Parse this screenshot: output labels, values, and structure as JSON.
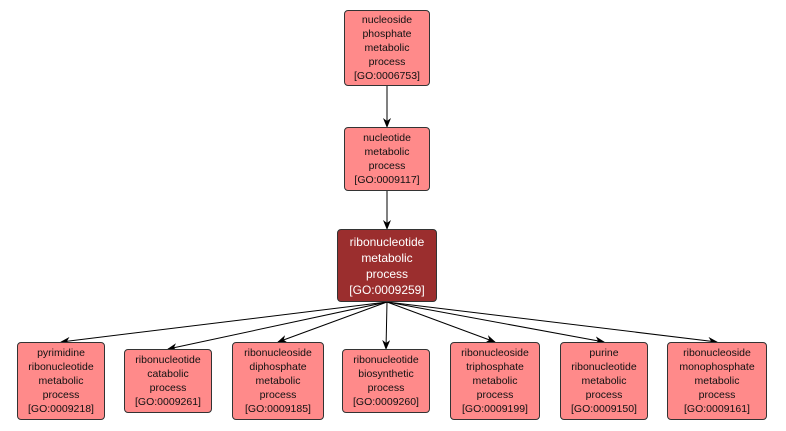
{
  "colors": {
    "node_fill": "#ff8a8a",
    "focus_fill": "#9b2e2e",
    "border": "#333333",
    "edge": "#000000"
  },
  "nodes": [
    {
      "id": "n1",
      "lines": [
        "nucleoside",
        "phosphate",
        "metabolic",
        "process",
        "[GO:0006753]"
      ]
    },
    {
      "id": "n2",
      "lines": [
        "nucleotide",
        "metabolic",
        "process",
        "[GO:0009117]"
      ]
    },
    {
      "id": "n3",
      "focus": true,
      "lines": [
        "ribonucleotide",
        "metabolic",
        "process",
        "[GO:0009259]"
      ]
    },
    {
      "id": "c1",
      "lines": [
        "pyrimidine",
        "ribonucleotide",
        "metabolic",
        "process",
        "[GO:0009218]"
      ]
    },
    {
      "id": "c2",
      "lines": [
        "ribonucleotide",
        "catabolic",
        "process",
        "[GO:0009261]"
      ]
    },
    {
      "id": "c3",
      "lines": [
        "ribonucleoside",
        "diphosphate",
        "metabolic",
        "process",
        "[GO:0009185]"
      ]
    },
    {
      "id": "c4",
      "lines": [
        "ribonucleotide",
        "biosynthetic",
        "process",
        "[GO:0009260]"
      ]
    },
    {
      "id": "c5",
      "lines": [
        "ribonucleoside",
        "triphosphate",
        "metabolic",
        "process",
        "[GO:0009199]"
      ]
    },
    {
      "id": "c6",
      "lines": [
        "purine",
        "ribonucleotide",
        "metabolic",
        "process",
        "[GO:0009150]"
      ]
    },
    {
      "id": "c7",
      "lines": [
        "ribonucleoside",
        "monophosphate",
        "metabolic",
        "process",
        "[GO:0009161]"
      ]
    }
  ],
  "edges": [
    [
      "n1",
      "n2"
    ],
    [
      "n2",
      "n3"
    ],
    [
      "n3",
      "c1"
    ],
    [
      "n3",
      "c2"
    ],
    [
      "n3",
      "c3"
    ],
    [
      "n3",
      "c4"
    ],
    [
      "n3",
      "c5"
    ],
    [
      "n3",
      "c6"
    ],
    [
      "n3",
      "c7"
    ]
  ]
}
